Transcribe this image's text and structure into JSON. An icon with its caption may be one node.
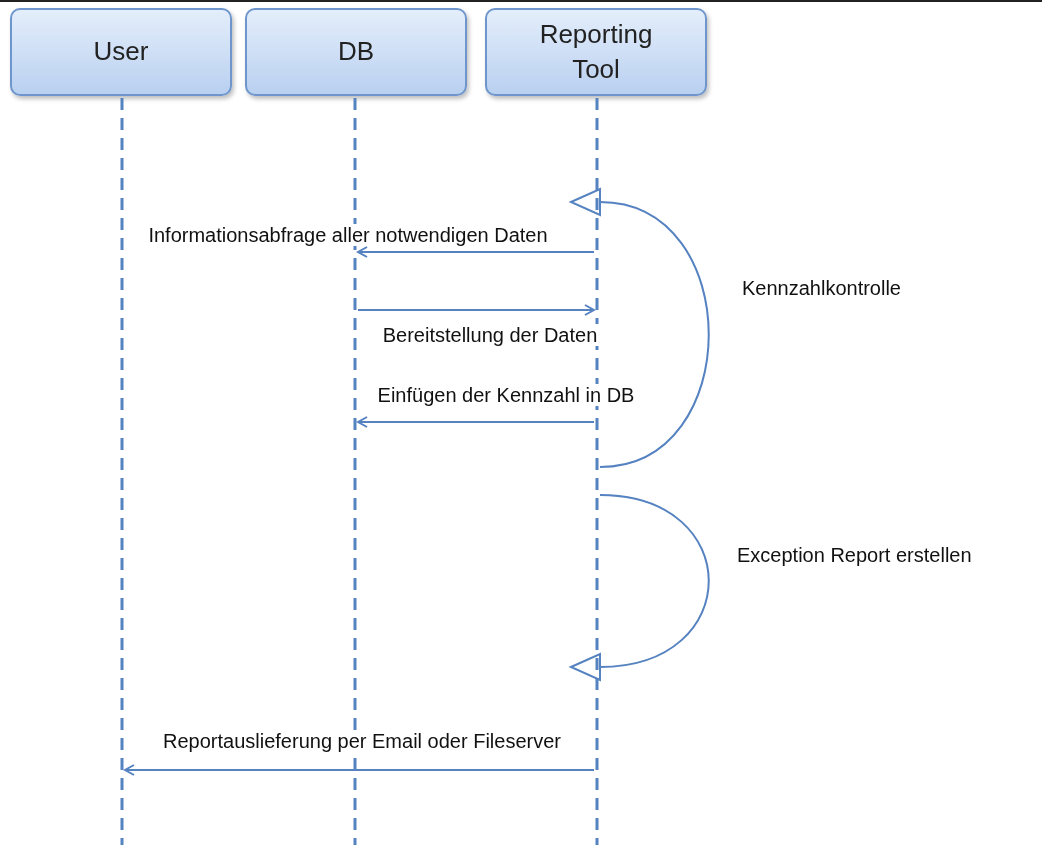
{
  "diagram": {
    "nodes": [
      {
        "text": [
          "User"
        ]
      },
      {
        "text": [
          "DB"
        ]
      },
      {
        "text": [
          "Reporting Tool"
        ]
      },
      {
        "text": [],
        "shape": "line"
      },
      {
        "text": [],
        "shape": "line"
      },
      {
        "text": [],
        "shape": "line"
      }
    ],
    "edges": [
      {
        "from": 5,
        "to": 4,
        "arrow": "to",
        "label": "Informationsabfrage aller notwendigen Daten"
      },
      {
        "from": 4,
        "to": 5,
        "arrow": "to",
        "label": "Bereitstellung der Daten"
      },
      {
        "from": 5,
        "to": 4,
        "arrow": "to",
        "label": "Einfügen der Kennzahl in DB"
      },
      {
        "from": 5,
        "to": 5,
        "arrow": "to",
        "label": "Kennzahlkontrolle"
      },
      {
        "from": 5,
        "to": 5,
        "arrow": "to",
        "label": "Exception Report erstellen"
      },
      {
        "from": 5,
        "to": 3,
        "arrow": "to",
        "label": "Reportauslieferung per Email oder Fileserver"
      }
    ]
  }
}
